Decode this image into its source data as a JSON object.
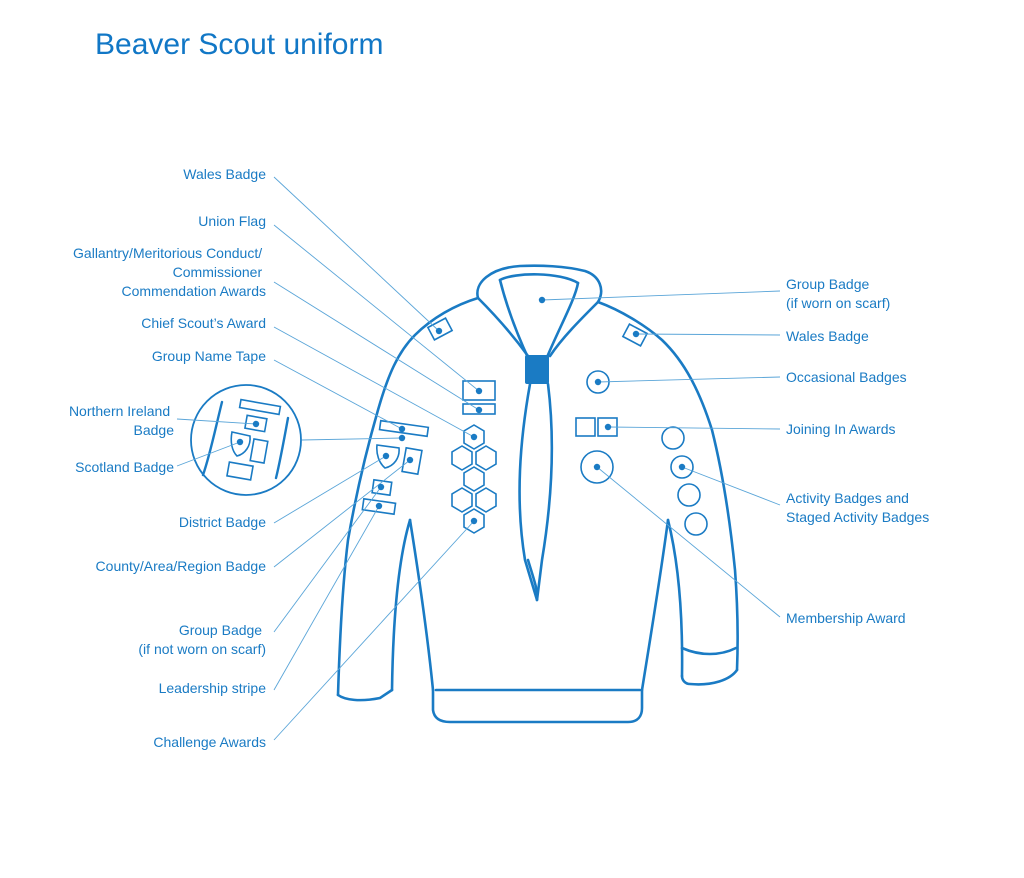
{
  "title": "Beaver Scout uniform",
  "colors": {
    "accent": "#1a7bc4",
    "title": "#1177c6"
  },
  "labels_left": [
    {
      "id": "wales-badge-left",
      "lines": [
        "Wales Badge"
      ]
    },
    {
      "id": "union-flag",
      "lines": [
        "Union Flag"
      ]
    },
    {
      "id": "gallantry-awards",
      "lines": [
        "Gallantry/Meritorious Conduct/",
        "Commissioner",
        "Commendation Awards"
      ]
    },
    {
      "id": "chief-scouts-award",
      "lines": [
        "Chief Scout’s Award"
      ]
    },
    {
      "id": "group-name-tape",
      "lines": [
        "Group Name Tape"
      ]
    },
    {
      "id": "northern-ireland-badge",
      "lines": [
        "Northern Ireland",
        "Badge"
      ]
    },
    {
      "id": "scotland-badge",
      "lines": [
        "Scotland Badge"
      ]
    },
    {
      "id": "district-badge",
      "lines": [
        "District Badge"
      ]
    },
    {
      "id": "county-area-region-badge",
      "lines": [
        "County/Area/Region Badge"
      ]
    },
    {
      "id": "group-badge-not-scarf",
      "lines": [
        "Group Badge",
        "(if not worn on scarf)"
      ]
    },
    {
      "id": "leadership-stripe",
      "lines": [
        "Leadership stripe"
      ]
    },
    {
      "id": "challenge-awards",
      "lines": [
        "Challenge Awards"
      ]
    }
  ],
  "labels_right": [
    {
      "id": "group-badge-scarf",
      "lines": [
        "Group Badge",
        "(if worn on scarf)"
      ]
    },
    {
      "id": "wales-badge-right",
      "lines": [
        "Wales Badge"
      ]
    },
    {
      "id": "occasional-badges",
      "lines": [
        "Occasional Badges"
      ]
    },
    {
      "id": "joining-in-awards",
      "lines": [
        "Joining In Awards"
      ]
    },
    {
      "id": "activity-badges",
      "lines": [
        "Activity Badges and",
        "Staged Activity Badges"
      ]
    },
    {
      "id": "membership-award",
      "lines": [
        "Membership Award"
      ]
    }
  ]
}
